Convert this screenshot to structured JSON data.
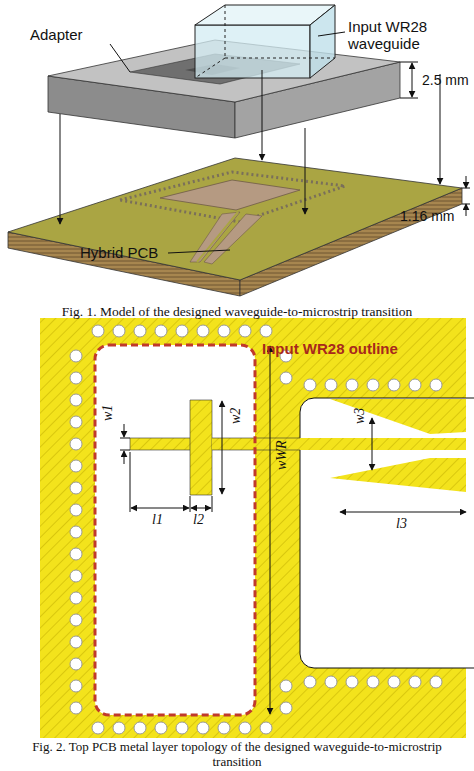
{
  "diagram": {
    "labels": [
      "Input WR28 waveguide",
      "Adapter",
      "2.5 mm",
      "1.16 mm",
      "Hybrid PCB",
      "Fig. 1.  Model of the designed waveguide-to-microstrip transition",
      "Input WR28 outline",
      "w1",
      "w2",
      "l1",
      "l2",
      "wWR",
      "w3",
      "l3",
      "Fig. 2.  Top PCB metal layer topology of the designed waveguide-to-microstrip transition"
    ]
  }
}
